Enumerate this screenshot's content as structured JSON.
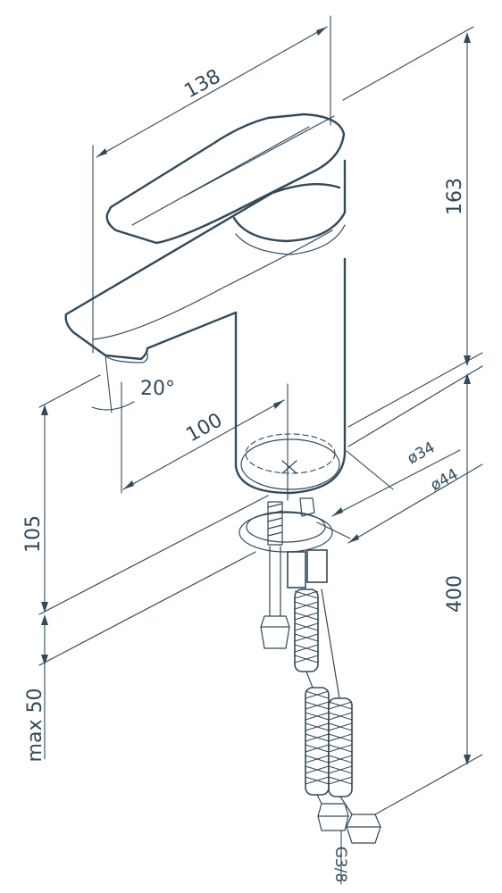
{
  "dimensions": {
    "reach_width": "138",
    "height": "163",
    "spout_angle": "20°",
    "spout_reach": "100",
    "body_diameter": "ø34",
    "hole_diameter": "ø44",
    "spout_height": "105",
    "hose_length": "400",
    "counter_thickness": "max 50",
    "thread": "G3/8"
  },
  "colors": {
    "line": "#2f4a5c",
    "background": "#ffffff"
  }
}
